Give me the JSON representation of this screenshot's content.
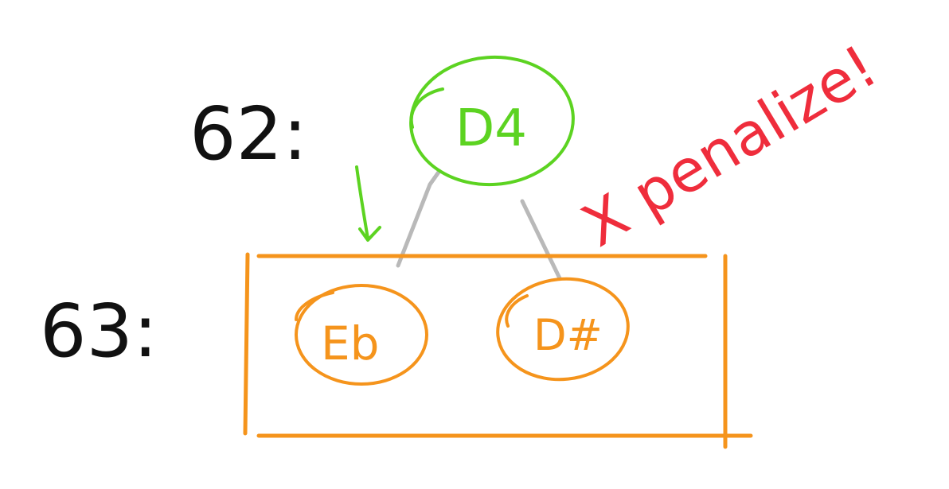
{
  "rows": [
    {
      "label": "62:"
    },
    {
      "label": "63:"
    }
  ],
  "nodes": {
    "top": {
      "text": "D4",
      "color": "#5cd321"
    },
    "left": {
      "text": "Eb",
      "color": "#f5941c"
    },
    "right": {
      "text": "D#",
      "color": "#f5941c"
    }
  },
  "annotation": {
    "text": "X penalize!",
    "color": "#ef2d3c"
  },
  "colors": {
    "edge": "#b9b9b9",
    "box": "#f5941c",
    "arrow": "#5cd321",
    "label": "#111111"
  }
}
